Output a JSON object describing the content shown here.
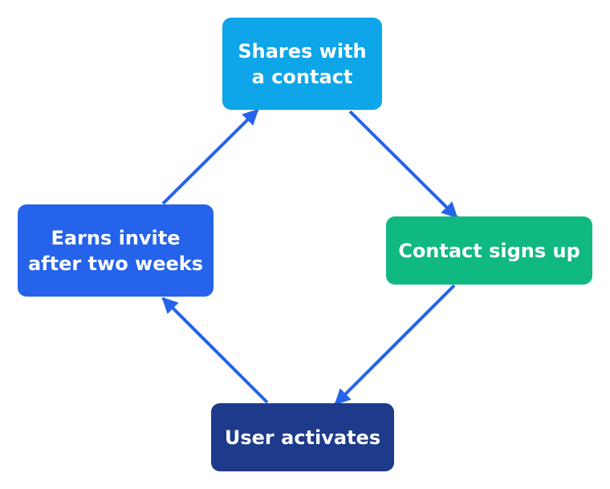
{
  "diagram": {
    "nodes": [
      {
        "id": "shares",
        "label": "Shares with\na contact",
        "color": "#0ea5e9"
      },
      {
        "id": "signup",
        "label": "Contact signs up",
        "color": "#10b981"
      },
      {
        "id": "activate",
        "label": "User activates",
        "color": "#1e3a8a"
      },
      {
        "id": "earns",
        "label": "Earns invite\nafter two weeks",
        "color": "#2563eb"
      }
    ],
    "edges": [
      {
        "from": "shares",
        "to": "signup"
      },
      {
        "from": "signup",
        "to": "activate"
      },
      {
        "from": "activate",
        "to": "earns"
      },
      {
        "from": "earns",
        "to": "shares"
      }
    ],
    "edge_color": "#2563eb"
  }
}
